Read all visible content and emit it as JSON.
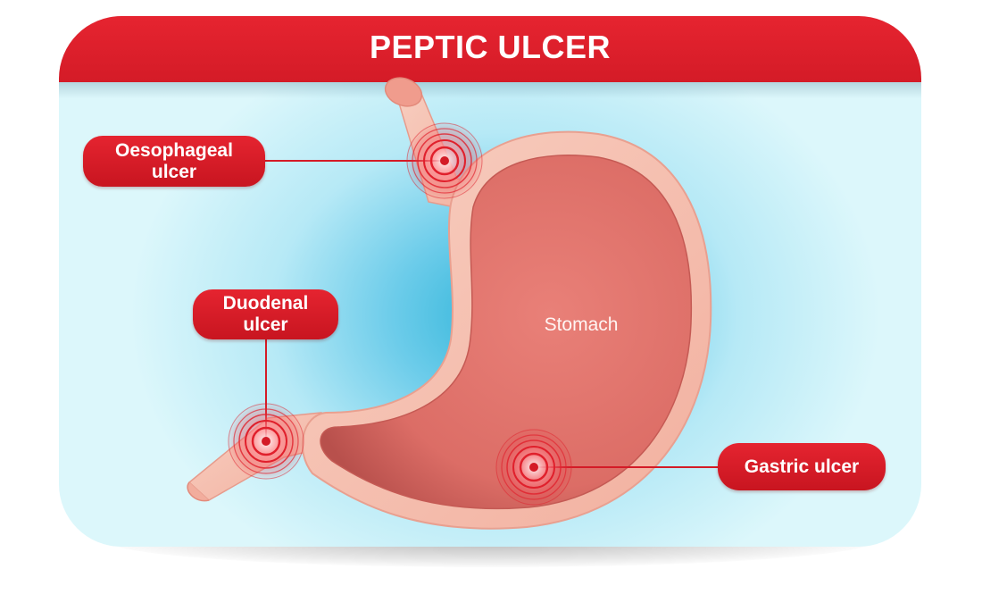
{
  "title": "PEPTIC ULCER",
  "labels": {
    "oesophageal": {
      "line1": "Oesophageal",
      "line2": "ulcer"
    },
    "duodenal": {
      "line1": "Duodenal",
      "line2": "ulcer"
    },
    "gastric": {
      "line1": "Gastric ulcer"
    },
    "stomach": "Stomach"
  },
  "colors": {
    "header_red": "#e62430",
    "label_red": "#d41b27",
    "stomach_inner": "#e2766e",
    "stomach_wall": "#f6c2b3",
    "background_blue": "#2fb4d9"
  },
  "icons": [
    "ulcer-target-icon"
  ]
}
